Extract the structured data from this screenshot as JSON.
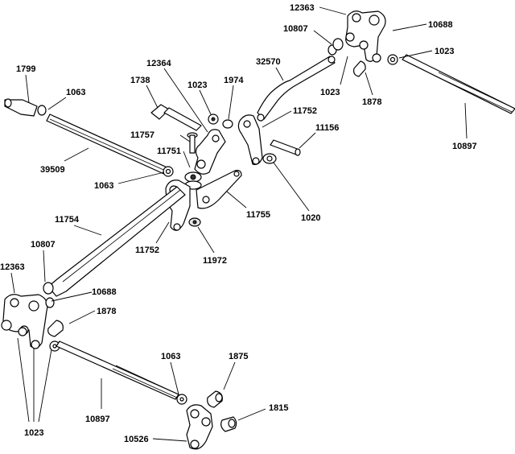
{
  "labels": {
    "l12363_top": "12363",
    "l10807_top": "10807",
    "l10688_top": "10688",
    "l1023_right": "1023",
    "l32570": "32570",
    "l1023_mid_right": "1023",
    "l1878_top": "1878",
    "l1799": "1799",
    "l1063_top": "1063",
    "l12364": "12364",
    "l1738": "1738",
    "l1023_top_mid": "1023",
    "l1974": "1974",
    "l11752_top": "11752",
    "l11156": "11156",
    "l10897_right": "10897",
    "l11757": "11757",
    "l11751": "11751",
    "l39509": "39509",
    "l1063_mid": "1063",
    "l1020": "1020",
    "l11755": "11755",
    "l11754": "11754",
    "l11752_bottom": "11752",
    "l11972": "11972",
    "l10807_left": "10807",
    "l12363_left": "12363",
    "l10688_left": "10688",
    "l1878_left": "1878",
    "l1063_bottom": "1063",
    "l1875": "1875",
    "l1815": "1815",
    "l1023_bottom": "1023",
    "l10897_bottom": "10897",
    "l10526": "10526"
  }
}
